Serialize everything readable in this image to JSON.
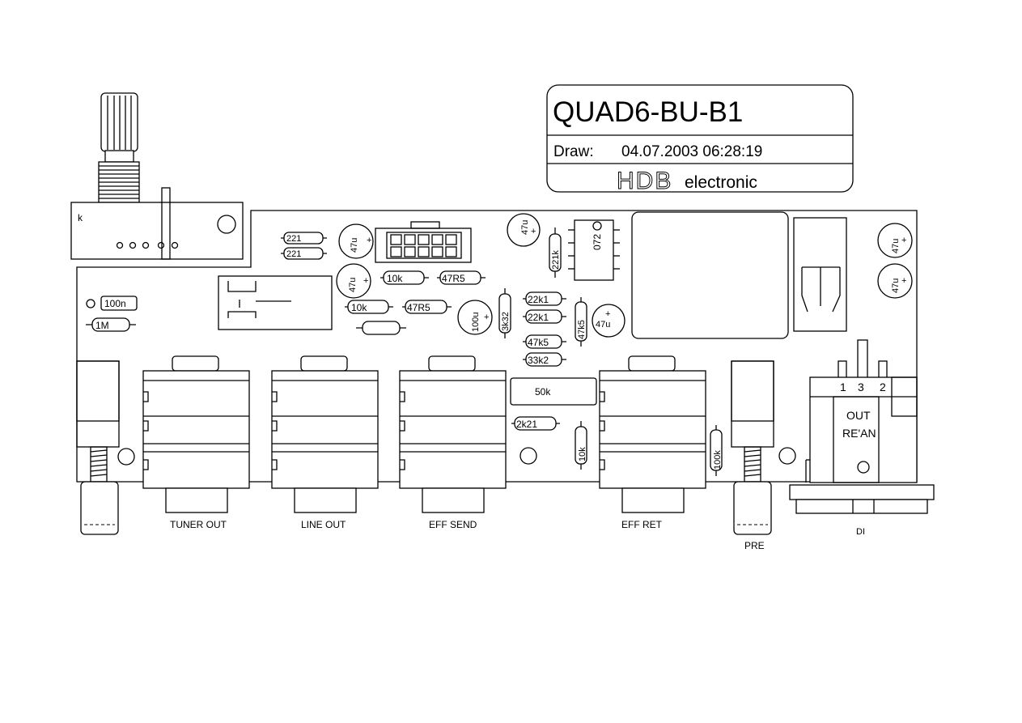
{
  "title_block": {
    "title": "QUAD6-BU-B1",
    "draw_label": "Draw:",
    "draw_date": "04.07.2003 06:28:19",
    "logo_text": "HDB",
    "company": "electronic"
  },
  "pot": {
    "marker": "k"
  },
  "connectors": {
    "tuner_out": "TUNER OUT",
    "line_out": "LINE OUT",
    "eff_send": "EFF SEND",
    "eff_ret": "EFF RET",
    "pre": "PRE",
    "di": "DI"
  },
  "xlr": {
    "pin1": "1",
    "pin3": "3",
    "pin2": "2",
    "label_line1": "OUT",
    "label_line2": "RE'AN"
  },
  "components": {
    "c_100n": "100n",
    "r_1M": "1M",
    "r_221_a": "221",
    "r_221_b": "221",
    "c_47u_1": "47u",
    "c_47u_2": "47u",
    "r_10k_a": "10k",
    "r_47R5_a": "47R5",
    "r_10k_b": "10k",
    "r_47R5_b": "47R5",
    "c_100u": "100u",
    "r_3k32": "3k32",
    "c_47u_3": "47u",
    "r_221k": "221k",
    "ic_072": "072",
    "r_22k1_a": "22k1",
    "r_22k1_b": "22k1",
    "r_47k5_v": "47k5",
    "c_47u_4": "47u",
    "r_47k5_h": "47k5",
    "r_33k2": "33k2",
    "pot_50k": "50k",
    "r_2k21": "2k21",
    "r_10k_v": "10k",
    "r_100k": "100k",
    "c_47u_5": "47u",
    "c_47u_6": "47u"
  }
}
